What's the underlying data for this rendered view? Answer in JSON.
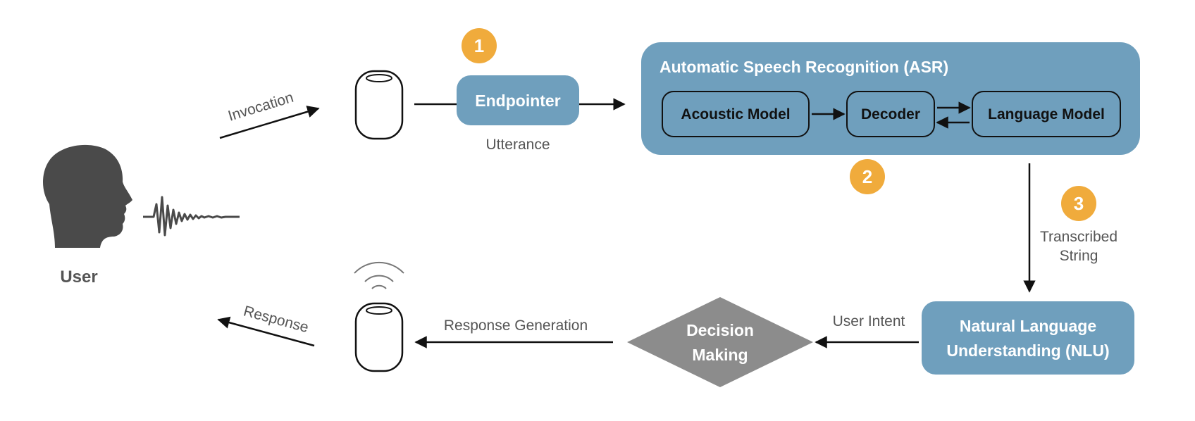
{
  "colors": {
    "box_blue": "#6f9fbd",
    "badge_orange": "#f0ab3c",
    "diamond_gray": "#8c8c8c",
    "head_gray": "#4a4a4a",
    "line_black": "#111111",
    "label_gray": "#555555"
  },
  "user": {
    "label": "User",
    "icon": "head-icon",
    "sound_icon": "sound-wave-icon"
  },
  "arrows": {
    "invocation": "Invocation",
    "response": "Response"
  },
  "speaker_icon": "smart-speaker-icon",
  "wifi_icon": "broadcast-waves-icon",
  "endpointer": {
    "label": "Endpointer",
    "caption": "Utterance"
  },
  "badges": [
    "1",
    "2",
    "3"
  ],
  "asr": {
    "title": "Automatic Speech Recognition (ASR)",
    "acoustic_model": "Acoustic Model",
    "decoder": "Decoder",
    "language_model": "Language Model"
  },
  "transcribed": {
    "line1": "Transcribed",
    "line2": "String"
  },
  "nlu": {
    "line1": "Natural Language",
    "line2": "Understanding (NLU)"
  },
  "user_intent": "User Intent",
  "decision": {
    "line1": "Decision",
    "line2": "Making"
  },
  "response_generation": "Response Generation"
}
